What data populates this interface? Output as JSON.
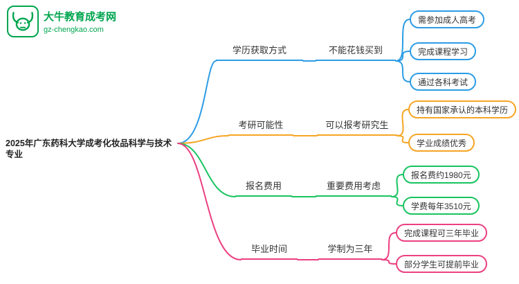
{
  "logo": {
    "site_name": "大牛教育成考网",
    "site_url": "gz-chengkao.com",
    "icon": "bull-icon",
    "brand_color": "#00a54f"
  },
  "root": {
    "label": "2025年广东药科大学成考化妆品科学与技术专业"
  },
  "branches": [
    {
      "label": "学历获取方式",
      "sub": "不能花钱买到",
      "color": "#2b9ce5",
      "leaves": [
        "需参加成人高考",
        "完成课程学习",
        "通过各科考试"
      ]
    },
    {
      "label": "考研可能性",
      "sub": "可以报考研究生",
      "color": "#f6a524",
      "leaves": [
        "持有国家承认的本科学历",
        "学业成绩优秀"
      ]
    },
    {
      "label": "报名费用",
      "sub": "重要费用考虑",
      "color": "#17c35f",
      "leaves": [
        "报名费约1980元",
        "学费每年3510元"
      ]
    },
    {
      "label": "毕业时间",
      "sub": "学制为三年",
      "color": "#ec3f80",
      "leaves": [
        "完成课程可三年毕业",
        "部分学生可提前毕业"
      ]
    }
  ]
}
